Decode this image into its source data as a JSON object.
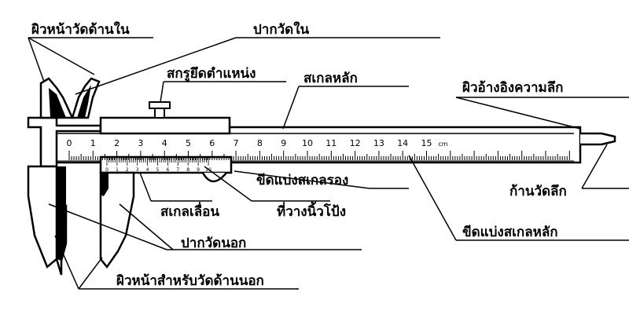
{
  "labels": {
    "inside_jaw_face": "ผิวหน้าวัดด้านใน",
    "inside_jaws": "ปากวัดใน",
    "lock_screw": "สกรูยึดตำแหน่ง",
    "main_scale": "สเกลหลัก",
    "depth_face": "ผิวอ้างอิงความลึก",
    "vernier_graduation": "ขีดแบ่งสเกลรอง",
    "depth_bar": "ก้านวัดลึก",
    "sliding_scale": "สเกลเลื่อน",
    "thumb_rest": "ที่วางนิ้วโป้ง",
    "main_graduation": "ขีดแบ่งสเกลหลัก",
    "outside_jaws": "ปากวัดนอก",
    "outside_jaw_face": "ผิวหน้าสำหรับวัดด้านนอก"
  },
  "main_scale": {
    "numbers": [
      "0",
      "1",
      "2",
      "3",
      "4",
      "5",
      "6",
      "7",
      "8",
      "9",
      "10",
      "11",
      "12",
      "13",
      "14",
      "15"
    ],
    "unit": "cm"
  },
  "vernier_scale": {
    "numbers": [
      "0",
      "1",
      "2",
      "3",
      "4",
      "5",
      "6",
      "7",
      "8",
      "9",
      "10"
    ]
  }
}
